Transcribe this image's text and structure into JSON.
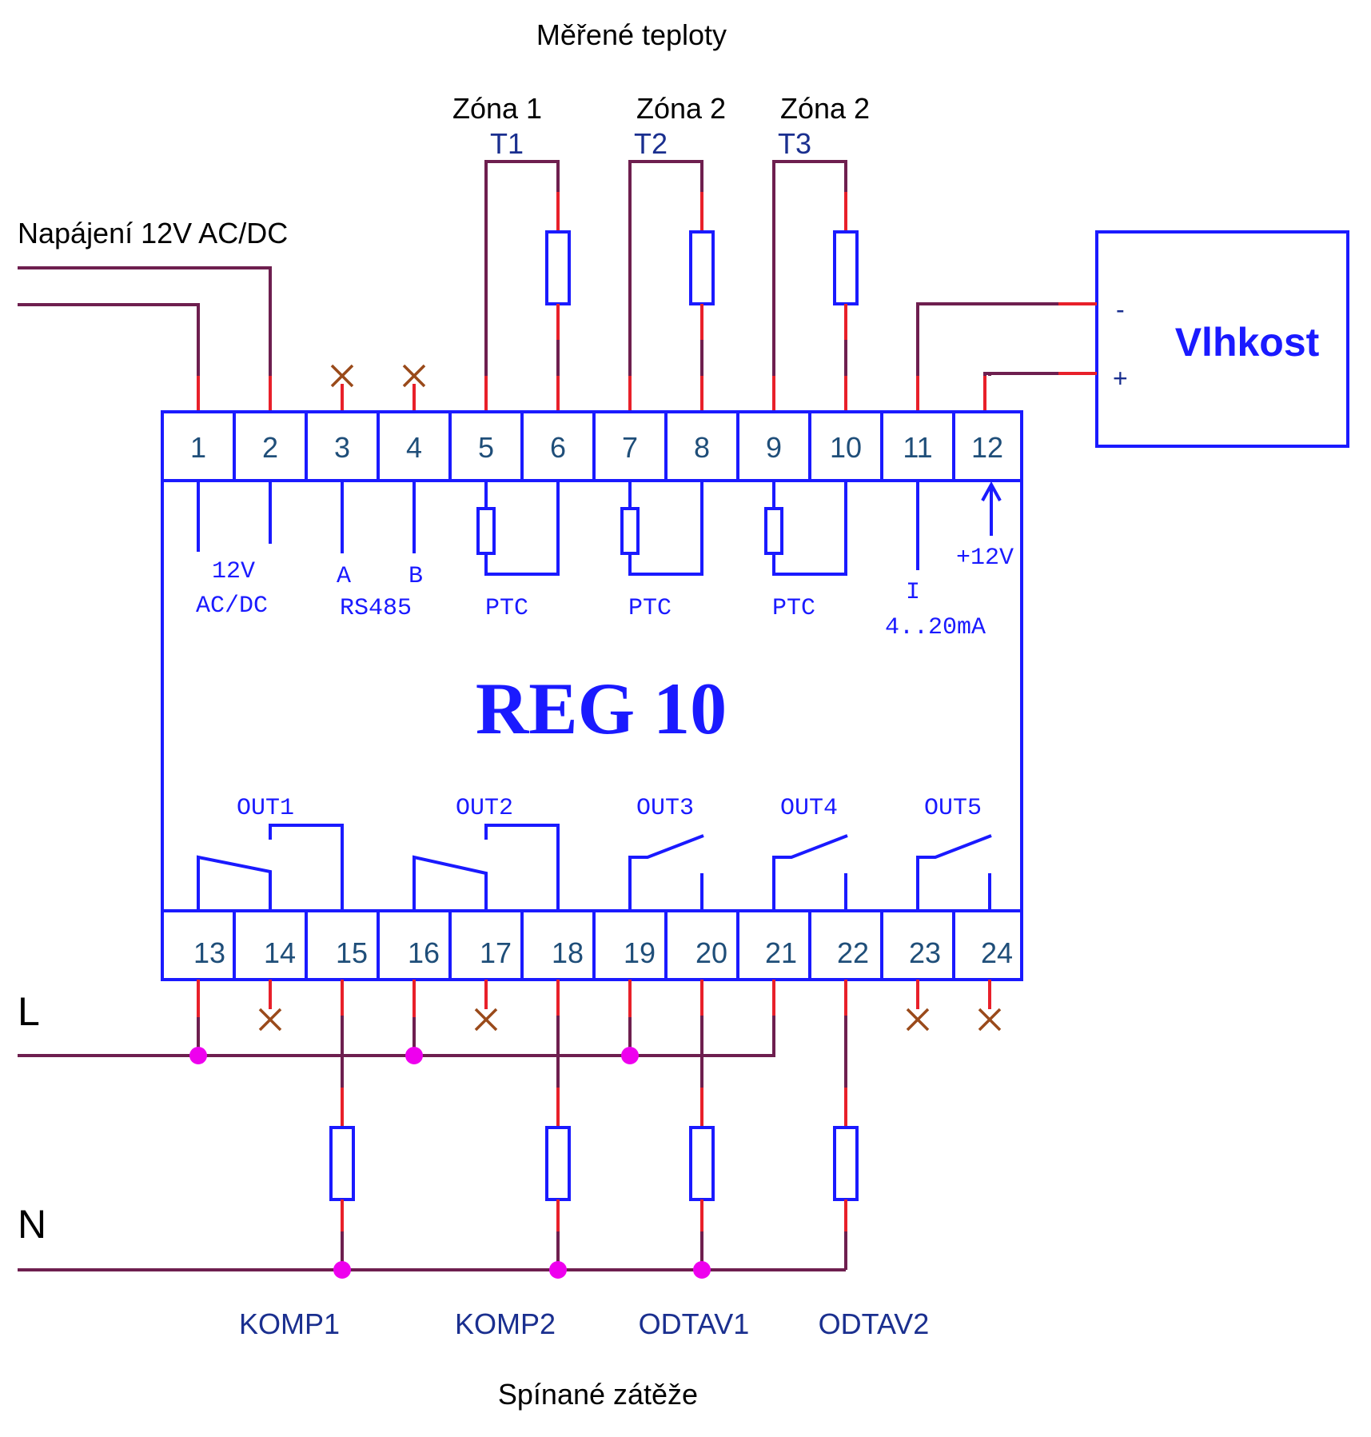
{
  "header": {
    "measured_temps": "Měřené teploty"
  },
  "zones": [
    {
      "zone": "Zóna 1",
      "sensor": "T1"
    },
    {
      "zone": "Zóna 2",
      "sensor": "T2"
    },
    {
      "zone": "Zóna 2",
      "sensor": "T3"
    }
  ],
  "power": {
    "title": "Napájení 12V AC/DC"
  },
  "module": {
    "name": "REG 10",
    "top_terminals": [
      "1",
      "2",
      "3",
      "4",
      "5",
      "6",
      "7",
      "8",
      "9",
      "10",
      "11",
      "12"
    ],
    "bottom_terminals": [
      "13",
      "14",
      "15",
      "16",
      "17",
      "18",
      "19",
      "20",
      "21",
      "22",
      "23",
      "24"
    ],
    "labels": {
      "supply_v": "12V",
      "supply_type": "AC/DC",
      "rs_a": "A",
      "rs_b": "B",
      "rs485": "RS485",
      "ptc": "PTC",
      "plus12": "+12V",
      "current": "I",
      "current_range": "4..20mA"
    },
    "outputs": [
      "OUT1",
      "OUT2",
      "OUT3",
      "OUT4",
      "OUT5"
    ]
  },
  "humidity": {
    "title": "Vlhkost",
    "minus": "-",
    "plus": "+"
  },
  "lines": {
    "l": "L",
    "n": "N"
  },
  "loads": [
    "KOMP1",
    "KOMP2",
    "ODTAV1",
    "ODTAV2"
  ],
  "footer": {
    "switched_loads": "Spínané zátěže"
  },
  "colors": {
    "wire": "#6e1f4f",
    "lead": "#e8202a",
    "module": "#1a1aff",
    "terminal_numbers": "#1f4e79",
    "junction": "#ee00ee",
    "unused": "#9a4a1a"
  }
}
